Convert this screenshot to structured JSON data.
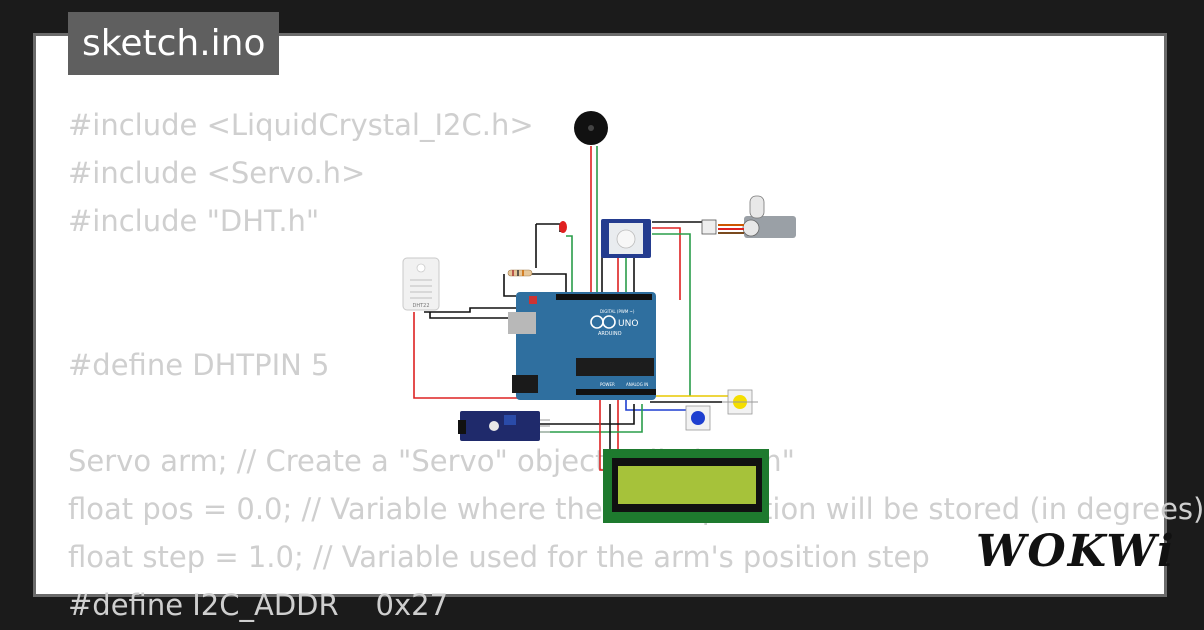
{
  "header": {
    "filename": "sketch.ino"
  },
  "code_lines": [
    "#include <LiquidCrystal_I2C.h>",
    "#include <Servo.h>",
    "#include \"DHT.h\"",
    "",
    "",
    "#define DHTPIN 5",
    "",
    "Servo arm; // Create a \"Servo\" object called \"arm\"",
    "float pos = 0.0; // Variable where the arm's position will be stored (in degrees)",
    "float step = 1.0; // Variable used for the arm's position step",
    "#define I2C_ADDR    0x27"
  ],
  "board": {
    "brand": "ARDUINO",
    "model": "UNO",
    "digital_label": "DIGITAL (PWM ~)",
    "power_label": "POWER",
    "analog_label": "ANALOG IN"
  },
  "sensor": {
    "label": "DHT22"
  },
  "brand": {
    "logo_text": "WOKWi"
  },
  "colors": {
    "background": "#1b1b1b",
    "card": "#ffffff",
    "card_border": "#6b6b6b",
    "tab": "#5f5f5f",
    "code_text": "#cfcfcf",
    "board": "#2f6f9f",
    "lcd_frame": "#1e7a2e",
    "lcd_screen": "#a6c23a",
    "wire_red": "#d22",
    "wire_green": "#2a9d4a",
    "wire_blue": "#1e3fd0",
    "wire_yellow": "#e8c800",
    "wire_black": "#111"
  }
}
